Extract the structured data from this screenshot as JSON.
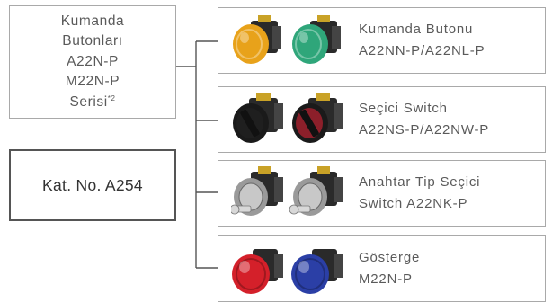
{
  "root": {
    "title_lines": [
      "Kumanda",
      "Butonları",
      "A22N-P",
      "M22N-P",
      "Serisi"
    ],
    "title_superscript": "*2",
    "catalog_number": "Kat. No. A254"
  },
  "categories": [
    {
      "name": "Kumanda Butonu",
      "model": "A22NN-P/A22NL-P",
      "icons": [
        "amber-illuminated-button-icon",
        "green-illuminated-button-icon"
      ],
      "colors": [
        "#e8a21a",
        "#2fa67a"
      ]
    },
    {
      "name": "Seçici Switch",
      "model": "A22NS-P/A22NW-P",
      "icons": [
        "black-selector-switch-icon",
        "red-selector-switch-icon"
      ],
      "colors": [
        "#1f1f1f",
        "#8c1f2a"
      ]
    },
    {
      "name": "Anahtar Tip Seçici",
      "model": "Switch A22NK-P",
      "icons": [
        "key-selector-switch-icon",
        "key-selector-switch-icon"
      ],
      "colors": [
        "#c8c8c8",
        "#c8c8c8"
      ]
    },
    {
      "name": "Gösterge",
      "model": "M22N-P",
      "icons": [
        "red-indicator-lamp-icon",
        "blue-indicator-lamp-icon"
      ],
      "colors": [
        "#d4202a",
        "#2b3fa6"
      ]
    }
  ]
}
